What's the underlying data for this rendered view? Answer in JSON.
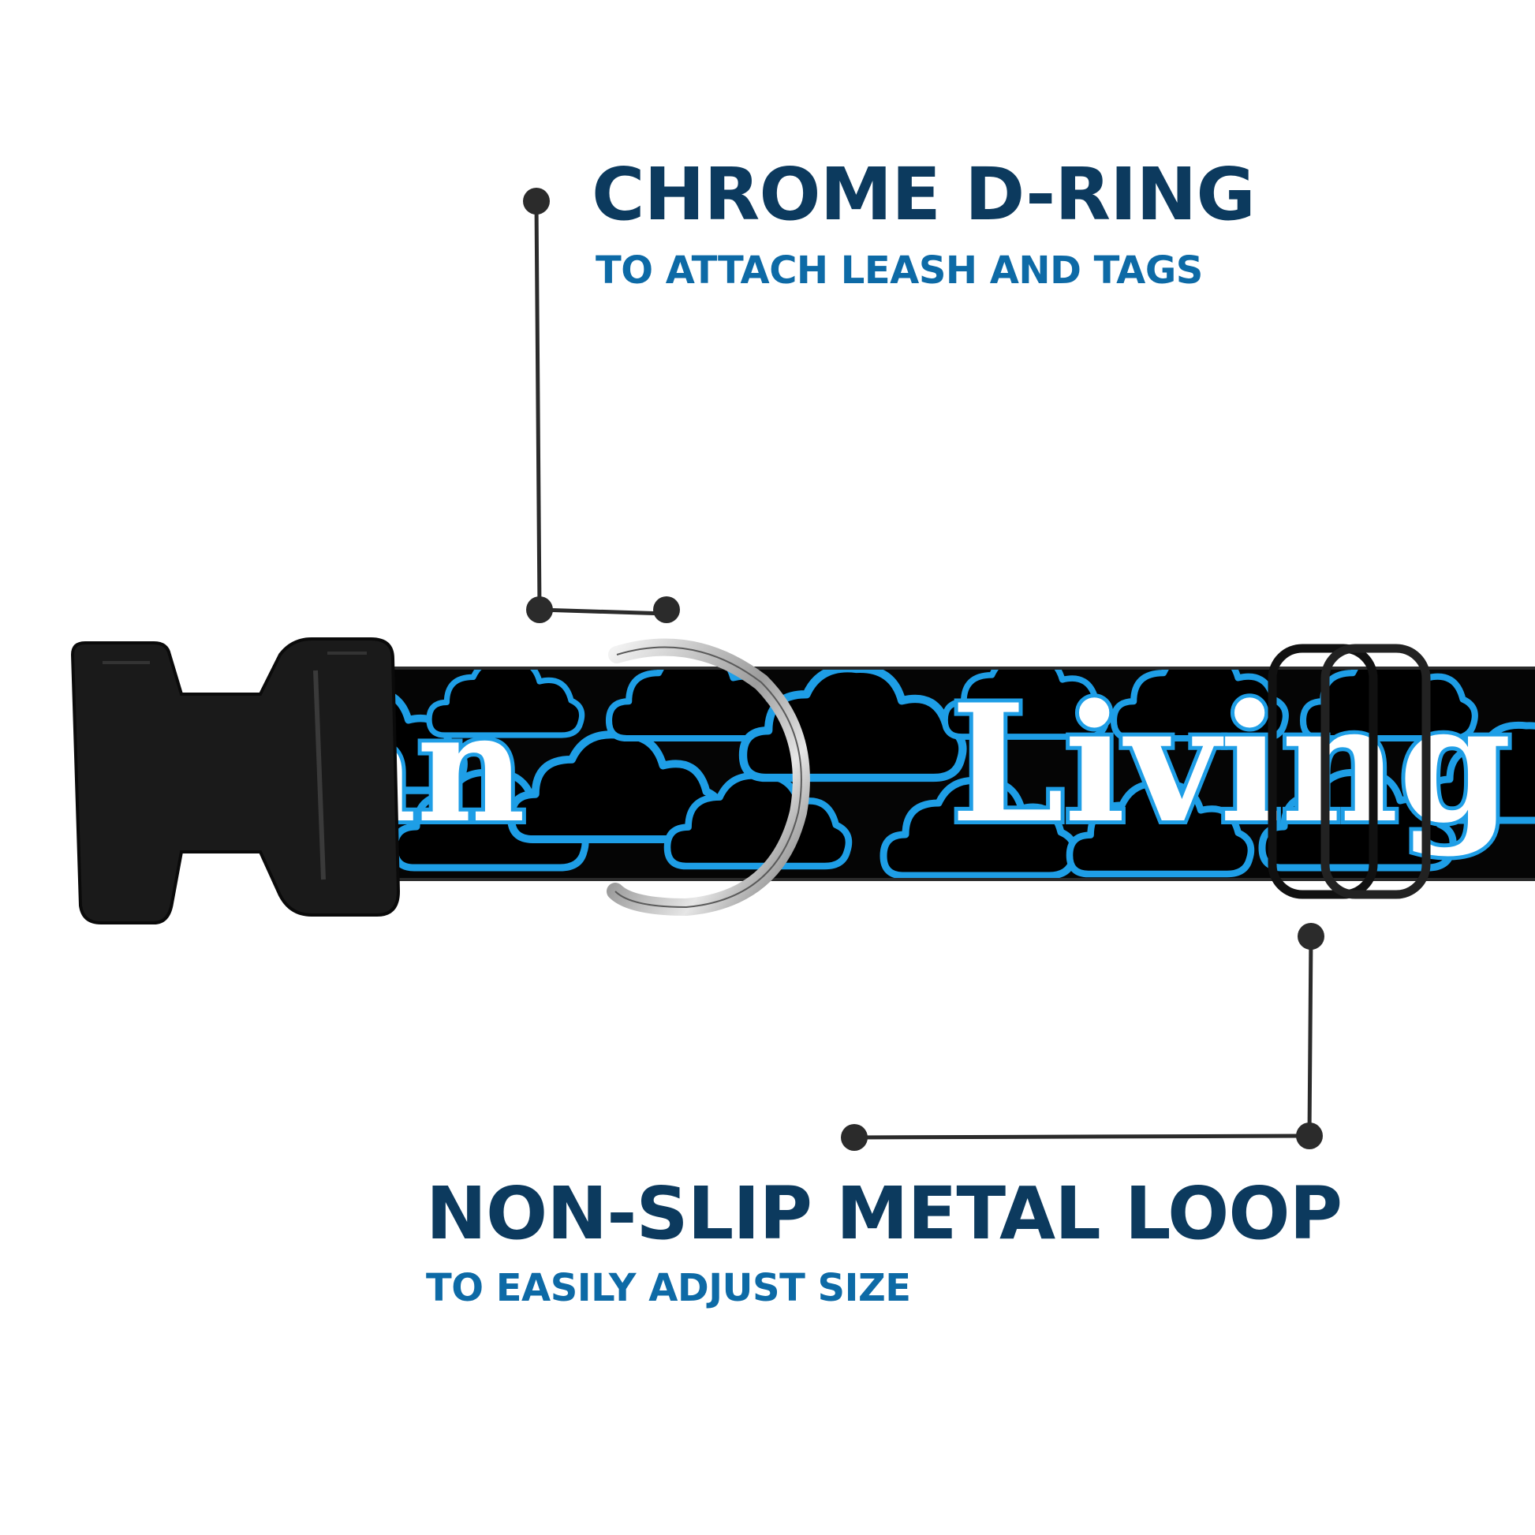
{
  "callouts": {
    "d_ring": {
      "title": "CHROME D-RING",
      "subtitle": "TO ATTACH LEASH AND TAGS"
    },
    "loop": {
      "title": "NON-SLIP METAL LOOP",
      "subtitle": "TO EASILY ADJUST SIZE"
    }
  },
  "collar": {
    "print_text": "Living",
    "partial_text": "an",
    "colors": {
      "webbing": "#050505",
      "cloud_outline": "#1e9ee6",
      "lettering": "#ffffff",
      "buckle": "#1a1a1a",
      "chrome": "#b8b8b8"
    }
  },
  "icons": {
    "buckle": "side-release-buckle-icon",
    "ring": "d-ring-icon",
    "loop": "slide-loop-icon",
    "dot": "callout-dot-icon"
  },
  "colors": {
    "heading": "#0c3a5e",
    "subheading": "#0d6aa6",
    "leader": "#2b2b2b"
  }
}
